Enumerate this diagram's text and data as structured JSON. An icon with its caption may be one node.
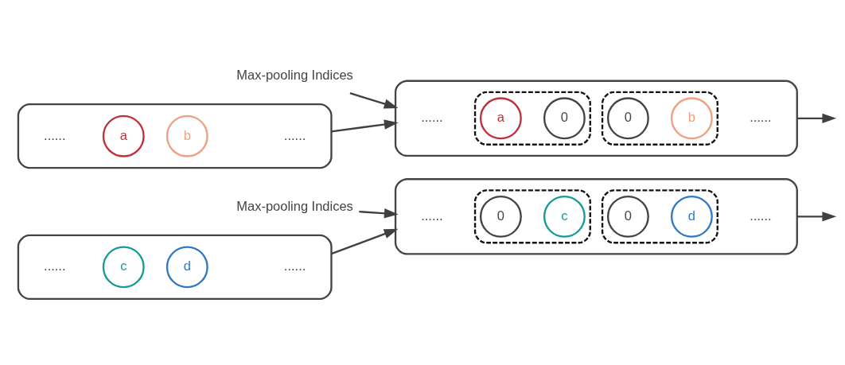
{
  "diagram": {
    "nodes": [
      {
        "text": [],
        "shape": "box"
      },
      {
        "text": [
          "a"
        ],
        "in": 0
      },
      {
        "text": [
          "b"
        ],
        "in": 0
      },
      {
        "text": [],
        "shape": "box"
      },
      {
        "text": [],
        "shape": "box",
        "in": 3
      },
      {
        "text": [
          "a"
        ],
        "in": 4
      },
      {
        "text": [
          "0"
        ],
        "in": 4
      },
      {
        "text": [],
        "shape": "box",
        "in": 3
      },
      {
        "text": [
          "0"
        ],
        "in": 7
      },
      {
        "text": [
          "b"
        ],
        "in": 7
      },
      {
        "text": [
          "Max-pooling Indices"
        ]
      },
      {
        "text": [],
        "shape": "box"
      },
      {
        "text": [
          "c"
        ],
        "in": 11
      },
      {
        "text": [
          "d"
        ],
        "in": 11
      },
      {
        "text": [],
        "shape": "box"
      },
      {
        "text": [],
        "shape": "box",
        "in": 14
      },
      {
        "text": [
          "0"
        ],
        "in": 15
      },
      {
        "text": [
          "c"
        ],
        "in": 15
      },
      {
        "text": [],
        "shape": "box",
        "in": 14
      },
      {
        "text": [
          "0"
        ],
        "in": 18
      },
      {
        "text": [
          "d"
        ],
        "in": 18
      },
      {
        "text": [
          "Max-pooling Indices"
        ]
      }
    ],
    "edges": [
      {
        "from": 0,
        "to": 3,
        "arrow": "to"
      },
      {
        "from": 3,
        "to": null,
        "arrow": "to"
      },
      {
        "from": 10,
        "to": 3,
        "arrow": "to"
      },
      {
        "from": 11,
        "to": 14,
        "arrow": "to"
      },
      {
        "from": 14,
        "to": null,
        "arrow": "to"
      },
      {
        "from": 21,
        "to": 14,
        "arrow": "to"
      }
    ],
    "labels": [
      "......",
      "......",
      "......",
      "......",
      "......",
      "......",
      "......",
      "......"
    ]
  }
}
